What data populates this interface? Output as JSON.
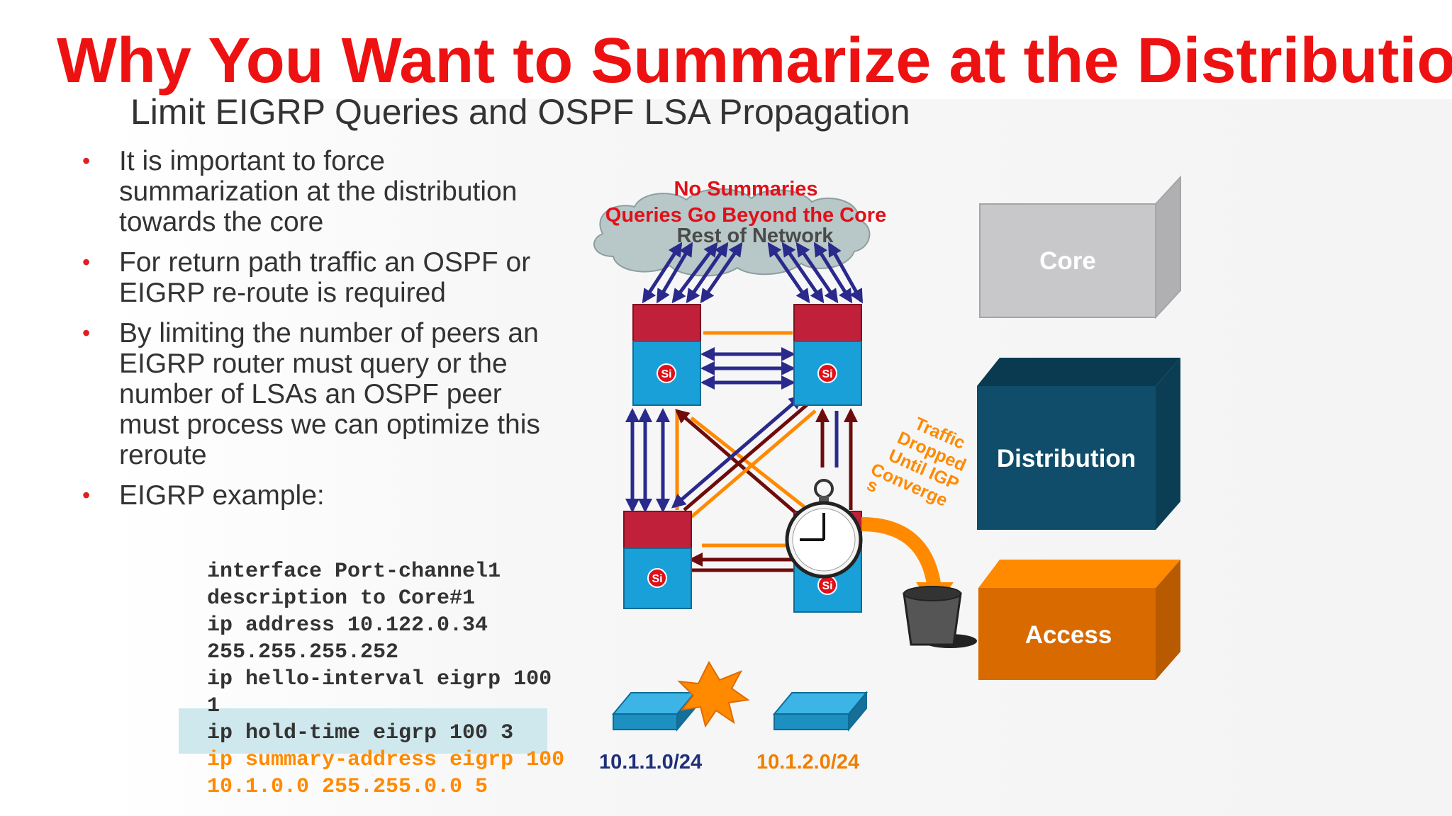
{
  "slide": {
    "title": "Why You Want to Summarize at the Distribution",
    "subtitle": "Limit EIGRP Queries and OSPF LSA Propagation",
    "bullets": [
      "It is important to force summarization at the distribution towards the core",
      "For return path traffic an OSPF or EIGRP re-route is required",
      "By limiting the number of peers an EIGRP router must query or the number of LSAs an OSPF peer must process we can optimize this reroute",
      "EIGRP example:"
    ],
    "code_lines": [
      "interface Port-channel1",
      "description to Core#1",
      "ip address 10.122.0.34",
      "255.255.255.252",
      "ip hello-interval eigrp 100",
      "1",
      "ip hold-time eigrp 100 3",
      "ip summary-address eigrp 100",
      "10.1.0.0 255.255.0.0 5"
    ]
  },
  "diagram": {
    "callout_line1": "No Summaries",
    "callout_line2": "Queries Go Beyond the Core",
    "cloud_label": "Rest of Network",
    "traffic_note": [
      "Traffic",
      "Dropped",
      "Until IGP",
      "Converge",
      "s"
    ],
    "switch_label": "Si",
    "subnet_left": "10.1.1.0/24",
    "subnet_right": "10.1.2.0/24"
  },
  "layers": {
    "core": "Core",
    "distribution": "Distribution",
    "access": "Access"
  },
  "colors": {
    "title_red": "#ee1111",
    "callout_red": "#e0101a",
    "link_navy": "#2a2a8c",
    "link_orange": "#ff8a00",
    "link_maroon": "#6e0c0c",
    "core_gray": "#c8c8ca",
    "distribution_teal": "#0f4d6a",
    "access_orange": "#d86a00",
    "subnet_left_color": "#1f2f7a",
    "subnet_right_color": "#ee7f00"
  }
}
